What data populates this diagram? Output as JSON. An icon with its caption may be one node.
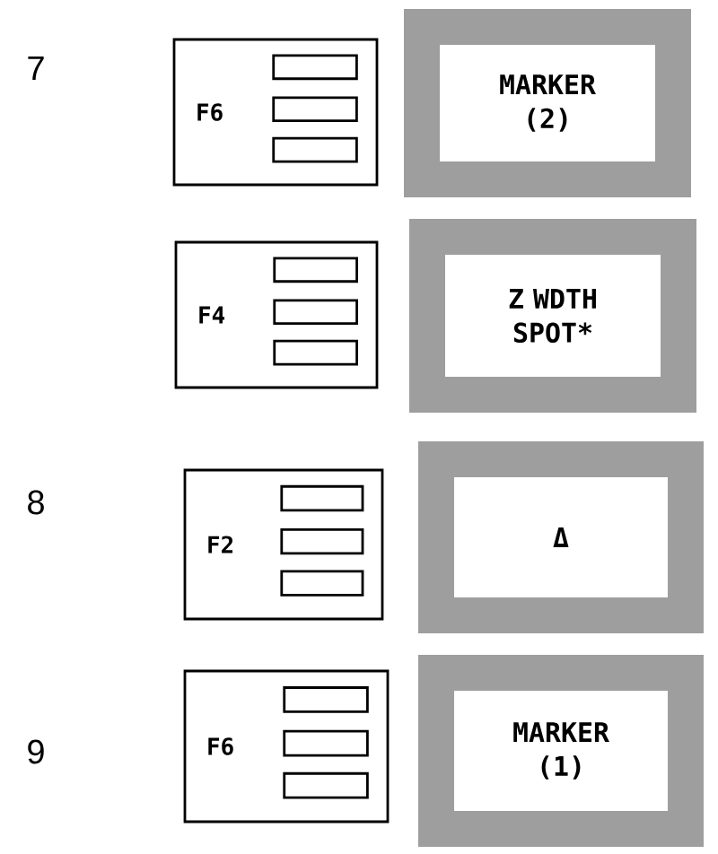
{
  "diagram": {
    "nodes": [
      {
        "text": [
          "F6"
        ]
      },
      {
        "text": [
          "MARKER (2)"
        ]
      },
      {
        "text": [
          "F4"
        ]
      },
      {
        "text": [
          "Z WDTH SPOT*"
        ]
      },
      {
        "text": [
          "F2"
        ]
      },
      {
        "text": [
          "Δ"
        ]
      },
      {
        "text": [
          "F6"
        ]
      },
      {
        "text": [
          "MARKER (1)"
        ]
      }
    ],
    "labels": [
      "7",
      "8",
      "9"
    ]
  }
}
